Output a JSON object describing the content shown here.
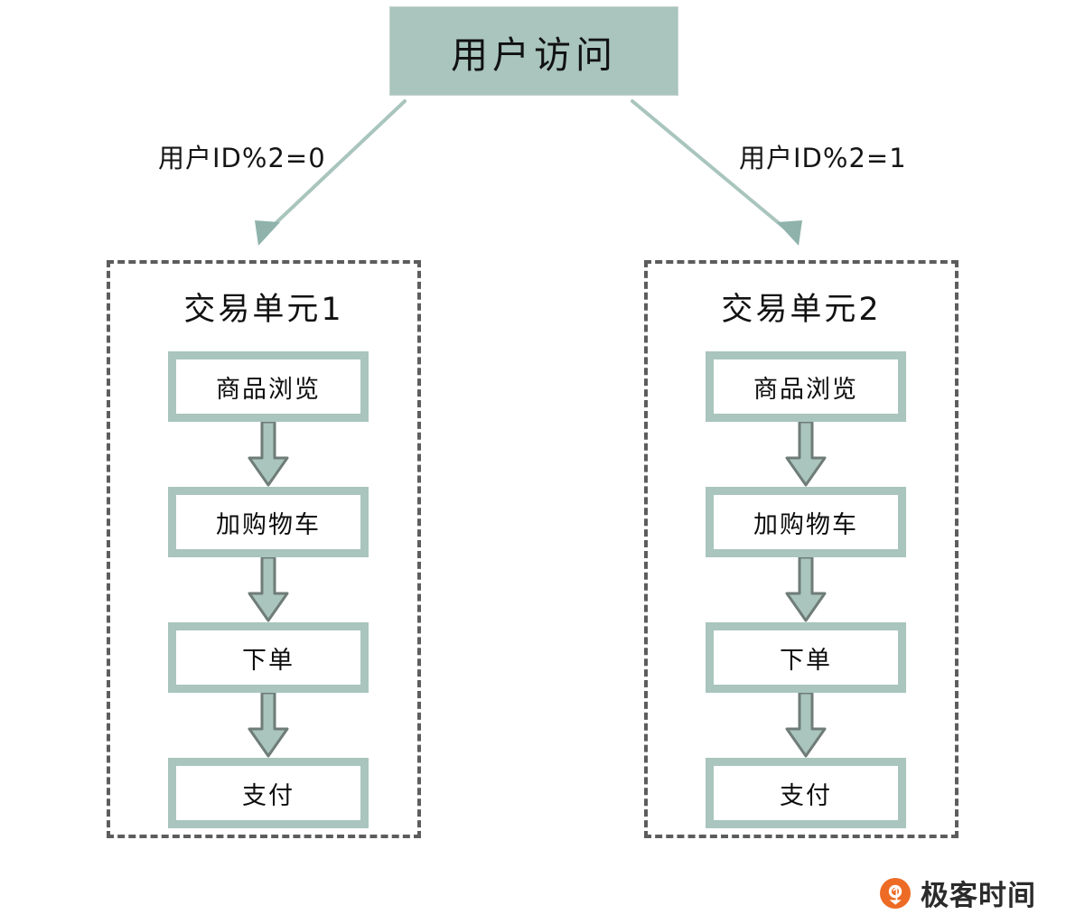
{
  "diagram": {
    "root": {
      "label": "用户访问"
    },
    "branches": [
      {
        "condition": "用户ID%2=0",
        "side": "left"
      },
      {
        "condition": "用户ID%2=1",
        "side": "right"
      }
    ],
    "units": [
      {
        "title": "交易单元1",
        "steps": [
          "商品浏览",
          "加购物车",
          "下单",
          "支付"
        ]
      },
      {
        "title": "交易单元2",
        "steps": [
          "商品浏览",
          "加购物车",
          "下单",
          "支付"
        ]
      }
    ],
    "watermark": {
      "text": "极客时间",
      "icon": "geekbang-pin-icon"
    },
    "colors": {
      "sage_fill": "#a9c5bd",
      "sage_border": "#a9c5bd",
      "arrow_outline": "#6f7c78",
      "dashed_border": "#5d5d5d",
      "text": "#111111",
      "brand_orange": "#ed6b24",
      "background": "#ffffff"
    }
  }
}
